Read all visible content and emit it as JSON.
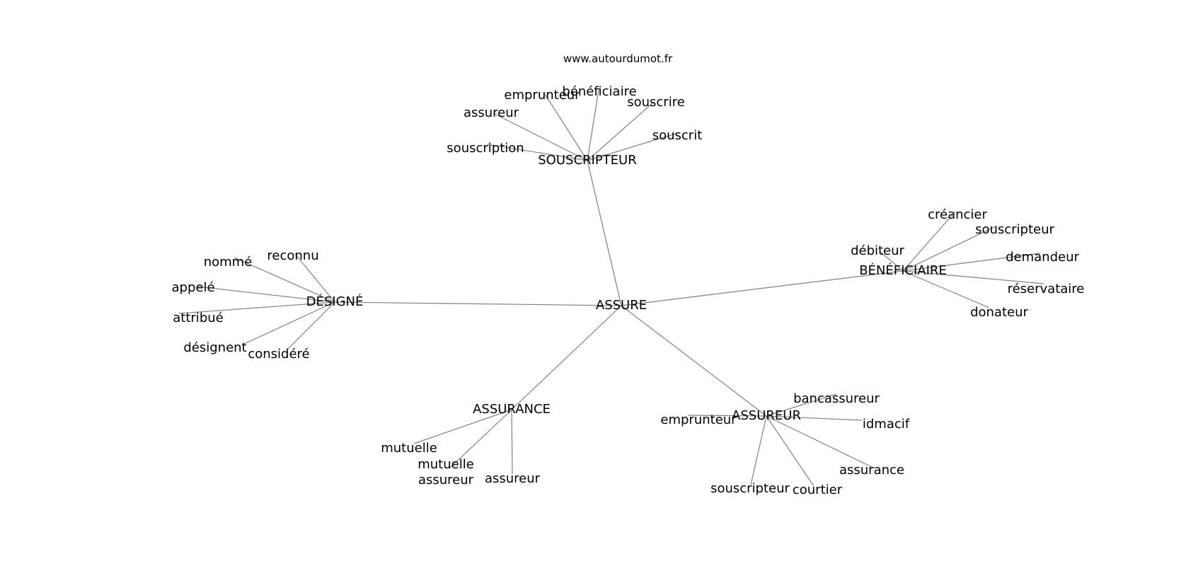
{
  "credit": "www.autourdumot.fr",
  "graph": {
    "center": {
      "id": "ASSURE",
      "label": "ASSURE"
    },
    "hubs": [
      {
        "id": "SOUSCRIPTEUR",
        "label": "SOUSCRIPTEUR",
        "leaves": [
          "assureur",
          "emprunteur",
          "bénéficiaire",
          "souscrire",
          "souscrit",
          "souscription"
        ]
      },
      {
        "id": "DESIGNE",
        "label": "DÉSIGNÉ",
        "leaves": [
          "nommé",
          "reconnu",
          "appelé",
          "attribué",
          "désignent",
          "considéré"
        ]
      },
      {
        "id": "BENEFICIAIRE",
        "label": "BÉNÉFICIAIRE",
        "leaves": [
          "créancier",
          "souscripteur",
          "débiteur",
          "demandeur",
          "réservataire",
          "donateur"
        ]
      },
      {
        "id": "ASSURANCE",
        "label": "ASSURANCE",
        "leaves": [
          "mutuelle",
          "mutuelle assureur",
          "assureur"
        ]
      },
      {
        "id": "ASSUREUR",
        "label": "ASSUREUR",
        "leaves": [
          "bancassureur",
          "emprunteur",
          "idmacif",
          "assurance",
          "souscripteur",
          "courtier"
        ]
      }
    ]
  }
}
